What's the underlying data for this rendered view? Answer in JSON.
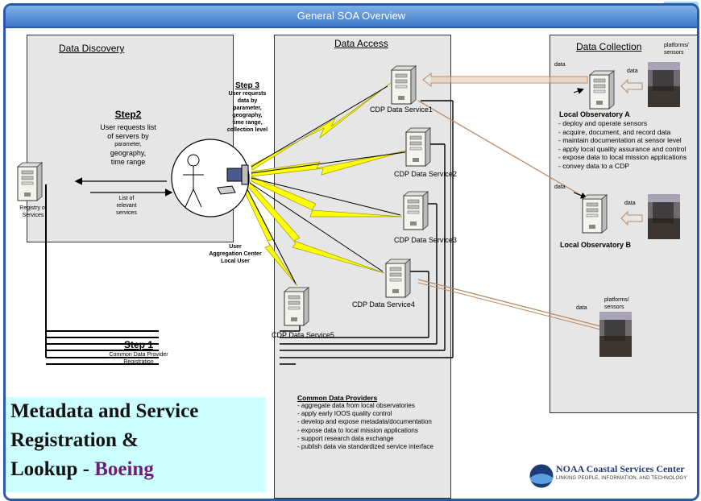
{
  "window": {
    "title": "General SOA Overview"
  },
  "panels": {
    "discovery": {
      "title": "Data Discovery"
    },
    "access": {
      "title": "Data Access"
    },
    "collection": {
      "title": "Data Collection"
    }
  },
  "steps": {
    "step2": {
      "label": "Step2",
      "text": [
        "User requests list",
        "of servers by",
        "parameter,",
        "geography,",
        "time range"
      ]
    },
    "step3": {
      "label": "Step 3",
      "text": [
        "User requests",
        "data by",
        "parameter,",
        "geography,",
        "time range,",
        "collection level"
      ]
    },
    "step1": {
      "label": "Step 1",
      "text": [
        "Common Data Provider",
        "Registration"
      ]
    }
  },
  "registry": {
    "label": [
      "Registry of",
      "Services"
    ]
  },
  "list_label": [
    "List of",
    "relevant",
    "services"
  ],
  "user_label": [
    "User",
    "Aggregation Center",
    "Local User"
  ],
  "services": [
    {
      "label": "CDP Data Service1"
    },
    {
      "label": "CDP Data Service2"
    },
    {
      "label": "CDP Data Service3"
    },
    {
      "label": "CDP Data Service4"
    },
    {
      "label": "CDP Data Service5"
    }
  ],
  "collection": {
    "platforms_label": [
      "platforms/",
      "sensors"
    ],
    "data_label": "data",
    "observatory_a": {
      "title": "Local Observatory A",
      "bullets": [
        "- deploy and operate sensors",
        "- acquire, document, and record data",
        "- maintain documentation at sensor level",
        "- apply local quality assurance and control",
        "- expose data to local mission applications",
        "- convey data to a CDP"
      ]
    },
    "observatory_b": {
      "title": "Local Observatory B"
    }
  },
  "cdp_notes": {
    "title": "Common Data Providers",
    "bullets": [
      "- aggregate data from local observatories",
      "- apply early IOOS quality control",
      "- develop and expose metadata/documentation",
      "- expose data to local mission applications",
      "- support research data exchange",
      "- publish data via standardized service interface"
    ]
  },
  "metadata_box": {
    "line1": "Metadata and Service",
    "line2": "Registration  &",
    "line3": "Lookup - ",
    "highlight": "Boeing"
  },
  "noaa": {
    "title": "NOAA Coastal Services Center",
    "subtitle": "LINKING PEOPLE, INFORMATION, AND TECHNOLOGY"
  },
  "colors": {
    "title_bar": "#3d78c8",
    "panel_bg": "#e6e6e6",
    "lightning": "#ffff00",
    "meta_box": "#ccffff",
    "boeing": "#6b1f7a",
    "arrow": "#e8c9a8"
  }
}
